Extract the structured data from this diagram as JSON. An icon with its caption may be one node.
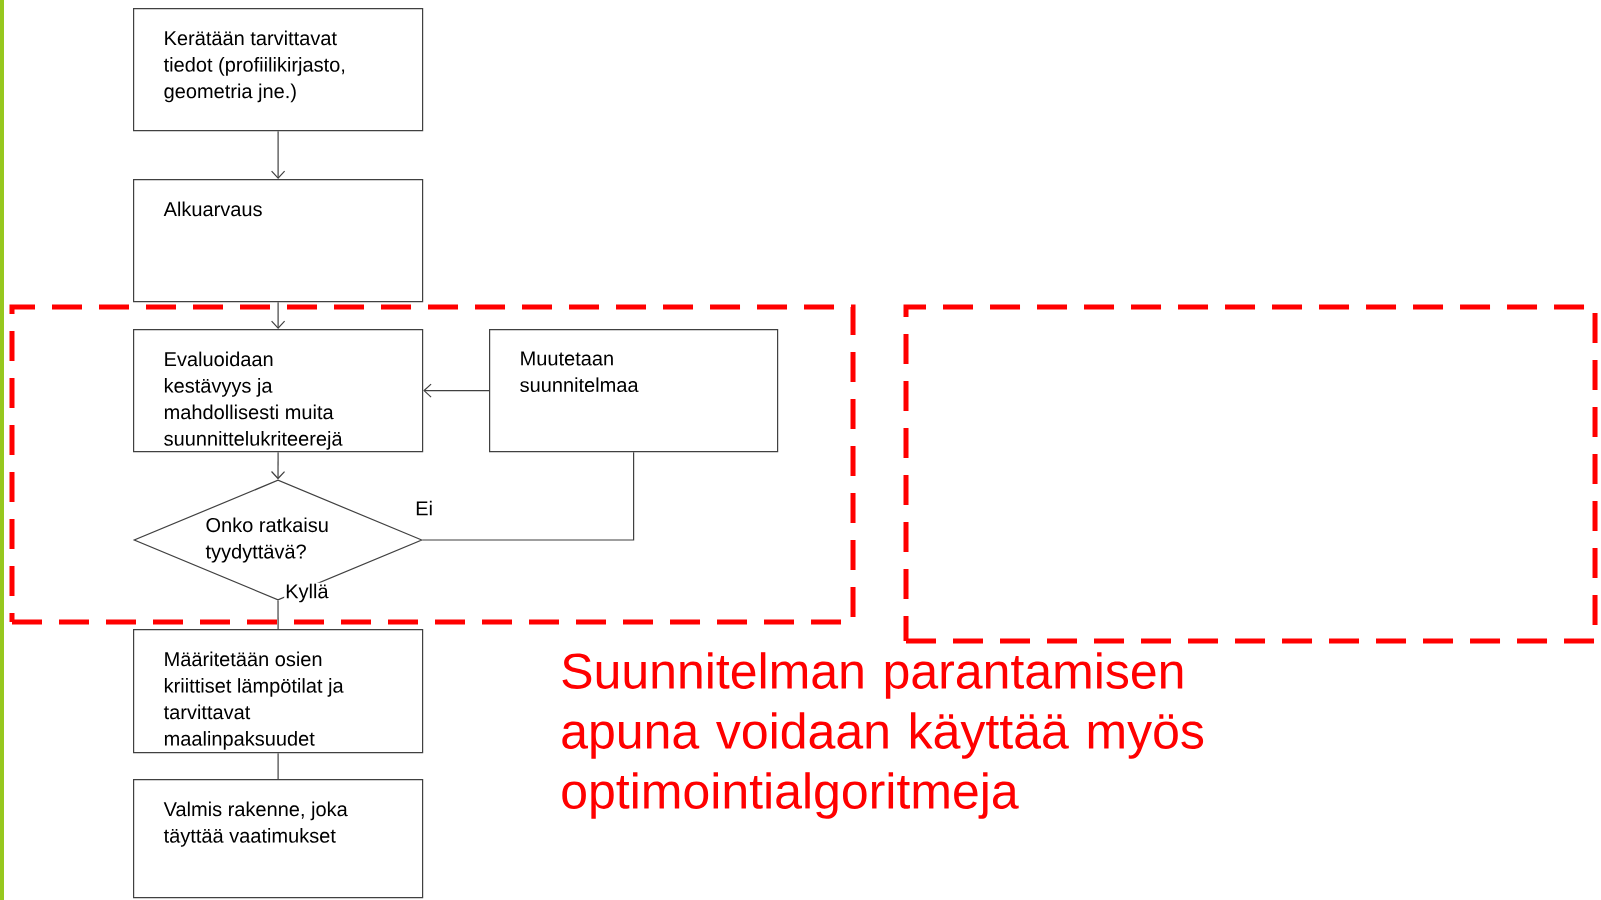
{
  "diagram": {
    "nodes": [
      {
        "text": [
          "Kerätään tarvittavat tiedot (profiilikirjasto, geometria jne.)"
        ]
      },
      {
        "text": [
          "Alkuarvaus"
        ]
      },
      {
        "text": [],
        "shape": "box"
      },
      {
        "text": [
          "Evaluoidaan kestävyys ja mahdollisesti muita suunnittelukriteerejä"
        ],
        "in": 2
      },
      {
        "text": [
          "Muutetaan suunnitelmaa"
        ],
        "in": 2
      },
      {
        "text": [
          "Onko ratkaisu tyydyttävä?"
        ],
        "in": 2
      },
      {
        "text": [],
        "shape": "box"
      },
      {
        "text": [
          "Määritetään osien kriittiset lämpötilat ja tarvittavat maalinpaksuudet"
        ]
      },
      {
        "text": [
          "Valmis rakenne, joka täyttää vaatimukset"
        ]
      }
    ],
    "edges": [
      {
        "from": 0,
        "to": 1,
        "arrow": "to"
      },
      {
        "from": 1,
        "to": 3,
        "arrow": "to"
      },
      {
        "from": 4,
        "to": 3,
        "arrow": "to"
      },
      {
        "from": 3,
        "to": 5,
        "arrow": "to"
      },
      {
        "from": 5,
        "to": 4,
        "arrow": "none",
        "label": "Ei"
      },
      {
        "from": 5,
        "to": 7,
        "arrow": "none",
        "label": "Kyllä"
      },
      {
        "from": 7,
        "to": 8,
        "arrow": "none"
      }
    ],
    "labels": [
      "Suunnitelman parantamisen apuna voidaan käyttää myös optimointialgoritmeja"
    ]
  }
}
